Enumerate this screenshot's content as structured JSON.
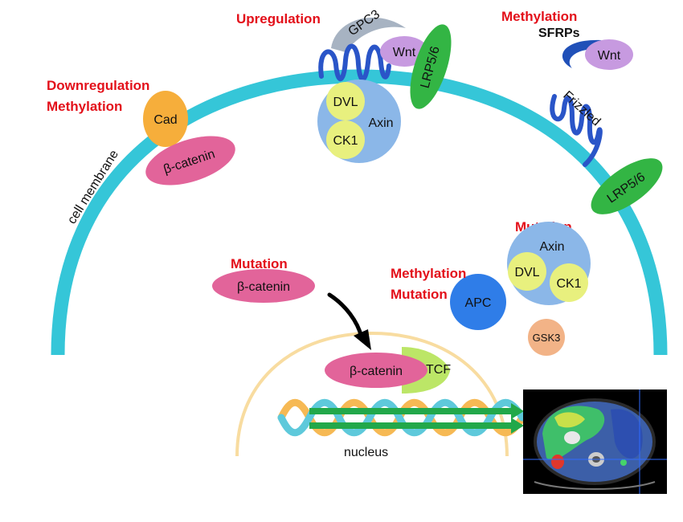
{
  "labels": {
    "upregulation": "Upregulation",
    "methylation_top": "Methylation",
    "sfrps": "SFRPs",
    "downregulation": "Downregulation",
    "methylation_left": "Methylation",
    "mutation_axin": "Mutation",
    "mutation_bcat": "Mutation",
    "methylation_apc": "Methylation",
    "mutation_apc": "Mutation",
    "cell_membrane": "cell membrane",
    "nucleus": "nucleus"
  },
  "proteins": {
    "gpc3": "GPC3",
    "wnt_receptor": "Wnt",
    "wnt_sfrp": "Wnt",
    "lrp_top": "LRP5/6",
    "lrp_right": "LRP5/6",
    "frizzled": "Frizzled",
    "dvl_top": "DVL",
    "axin_top": "Axin",
    "ck1_top": "CK1",
    "cad": "Cad",
    "bcat_membrane": "β-catenin",
    "bcat_cytoplasm": "β-catenin",
    "bcat_nucleus": "β-catenin",
    "tcf": "TCF",
    "axin_right": "Axin",
    "dvl_right": "DVL",
    "ck1_right": "CK1",
    "apc": "APC",
    "gsk3": "GSK3"
  },
  "colors": {
    "membrane": "#35c6d8",
    "nucleus_border": "#f8dca0",
    "red_text": "#e3101a",
    "bcatenin": "#e2649a",
    "cad": "#f6ae3b",
    "wnt": "#c79ae0",
    "lrp": "#33b544",
    "complex": "#8bb7e8",
    "dvl_ck1": "#e8f07e",
    "apc": "#2f7de8",
    "gsk3": "#f2b387",
    "receptor_coil": "#2a55c8",
    "gpc3": "#a7b3c2",
    "tcf": "#bce667",
    "dna_orange": "#f6b954",
    "dna_blue": "#5ec9db",
    "arrow_green": "#22a84a"
  },
  "inset_image": "liver-ct-scan-inset"
}
